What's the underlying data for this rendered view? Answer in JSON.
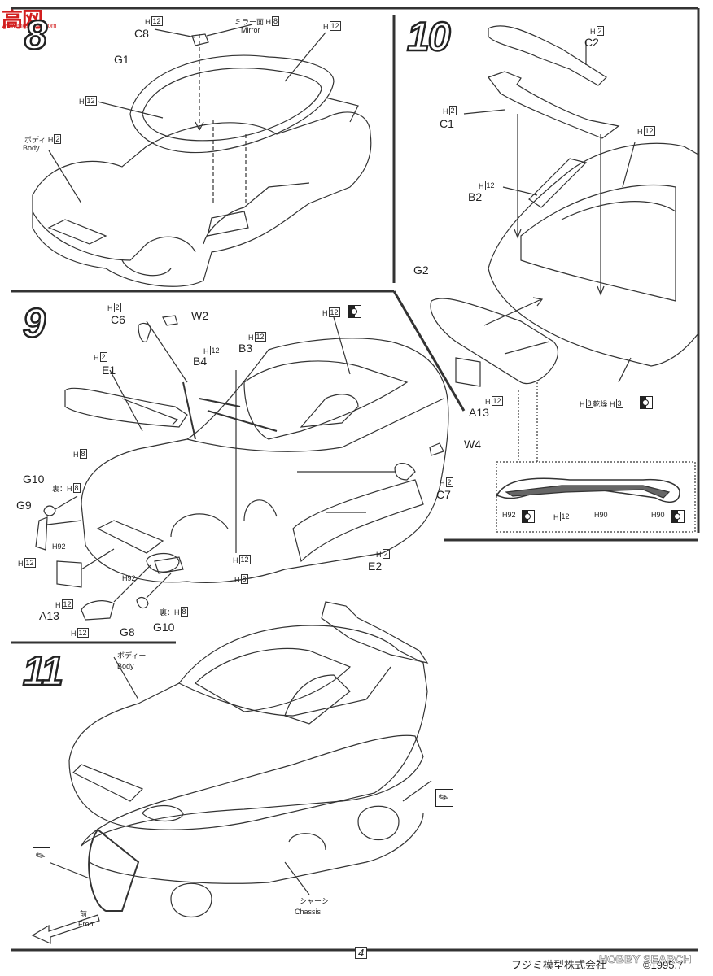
{
  "watermark_top": {
    "text": "高网",
    "url": "www.moxingw.com"
  },
  "steps": {
    "s8": "8",
    "s9": "9",
    "s10": "10",
    "s11": "11"
  },
  "paint": {
    "h12": "12",
    "h8": "8",
    "h2": "2",
    "h3": "3",
    "h92": "92",
    "h90": "90",
    "h_prefix": "H"
  },
  "step8": {
    "c8": "C8",
    "mirror_jp": "ミラー面",
    "mirror_en": "Mirror",
    "g1": "G1",
    "body_jp": "ボディ",
    "body_en": "Body"
  },
  "step9": {
    "c6": "C6",
    "w2": "W2",
    "b4": "B4",
    "b3": "B3",
    "e1": "E1",
    "g10": "G10",
    "g9": "G9",
    "ura": "裏：",
    "a13": "A13",
    "g8": "G8",
    "w4": "W4",
    "c7": "C7",
    "e2": "E2"
  },
  "step10": {
    "c2": "C2",
    "c1": "C1",
    "b2": "B2",
    "g2": "G2",
    "a13": "A13",
    "kanso": "乾燥"
  },
  "step11": {
    "body_jp": "ボディー",
    "body_en": "Body",
    "chassis_jp": "シャーシ",
    "chassis_en": "Chassis",
    "front_jp": "前",
    "front_en": "Front"
  },
  "footer": {
    "page": "4",
    "company": "フジミ模型株式会社",
    "copyright": "©1995.7",
    "watermark": "HOBBY SEARCH"
  }
}
